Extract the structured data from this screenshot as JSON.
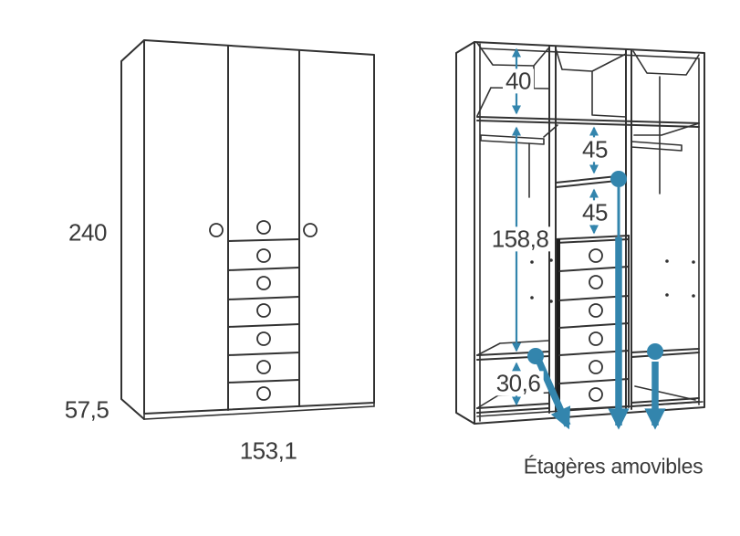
{
  "colors": {
    "accent": "#3385ad",
    "line": "#323232",
    "label_text": "#3a3a3a",
    "background": "#ffffff"
  },
  "front_view": {
    "height_label": "240",
    "plinth_height_label": "57,5",
    "width_label": "153,1"
  },
  "interior_view": {
    "top_compartment_label": "40",
    "upper_shelf_spacing_label": "45",
    "lower_shelf_spacing_label": "45",
    "hanging_space_label": "158,8",
    "bottom_compartment_label": "30,6",
    "caption": "Étagères amovibles"
  }
}
